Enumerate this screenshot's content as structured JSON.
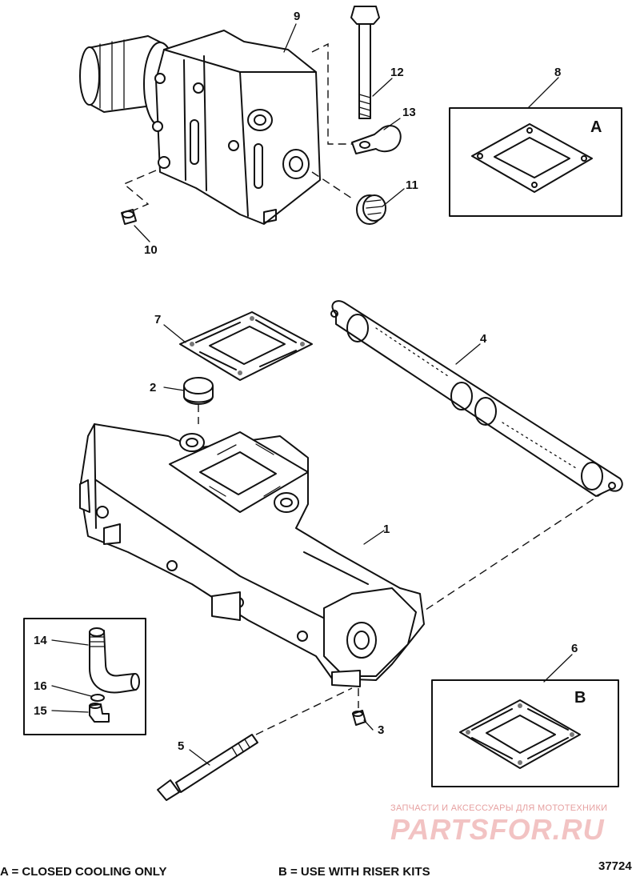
{
  "callouts": [
    {
      "id": "1",
      "text": "1"
    },
    {
      "id": "2",
      "text": "2"
    },
    {
      "id": "3",
      "text": "3"
    },
    {
      "id": "4",
      "text": "4"
    },
    {
      "id": "5",
      "text": "5"
    },
    {
      "id": "6",
      "text": "6"
    },
    {
      "id": "7",
      "text": "7"
    },
    {
      "id": "8",
      "text": "8"
    },
    {
      "id": "9",
      "text": "9"
    },
    {
      "id": "10",
      "text": "10"
    },
    {
      "id": "11",
      "text": "11"
    },
    {
      "id": "12",
      "text": "12"
    },
    {
      "id": "13",
      "text": "13"
    },
    {
      "id": "14",
      "text": "14"
    },
    {
      "id": "15",
      "text": "15"
    },
    {
      "id": "16",
      "text": "16"
    }
  ],
  "inset_a": {
    "letter": "A"
  },
  "inset_b": {
    "letter": "B"
  },
  "footer": {
    "note_a": "A = CLOSED COOLING ONLY",
    "note_b": "B = USE WITH RISER KITS",
    "figure_number": "37724"
  },
  "watermark": {
    "tagline": "ЗАПЧАСТИ И АКСЕССУАРЫ ДЛЯ МОТОТЕХНИКИ",
    "logo": "PARTSFOR.RU"
  },
  "colors": {
    "line": "#111111",
    "watermark": "#e6a0a0"
  }
}
